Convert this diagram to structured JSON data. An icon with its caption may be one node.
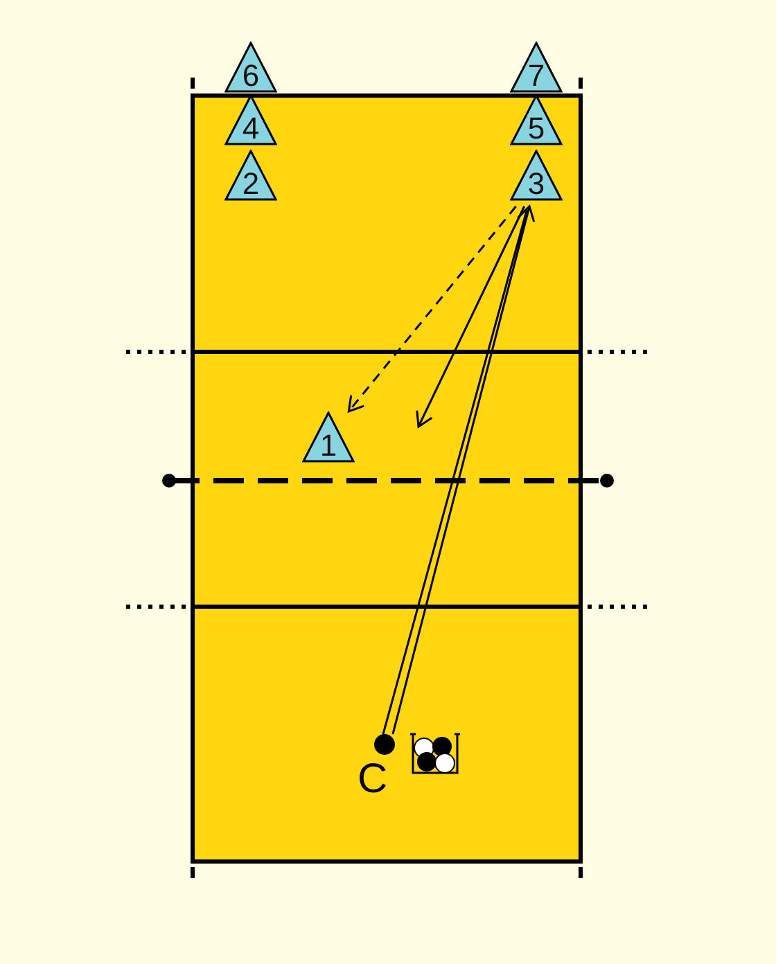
{
  "diagram": {
    "nodes": [
      {
        "text": [
          "6"
        ]
      },
      {
        "text": [
          "7"
        ]
      },
      {
        "text": [
          "4"
        ]
      },
      {
        "text": [
          "5"
        ]
      },
      {
        "text": [
          "2"
        ]
      },
      {
        "text": [
          "3"
        ]
      },
      {
        "text": [
          "1"
        ]
      },
      {
        "text": [],
        "shape": "circle",
        "beside": [
          "C"
        ]
      }
    ],
    "edges": [
      {
        "from": 7,
        "to": 5,
        "arrow": "to"
      },
      {
        "from": 5,
        "to": 6,
        "arrow": "to",
        "style": "dashed"
      },
      {
        "from": 5,
        "to": null,
        "arrow": "to"
      }
    ]
  }
}
